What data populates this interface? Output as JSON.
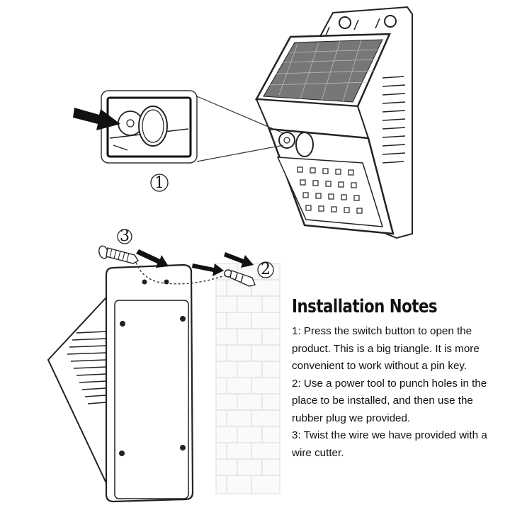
{
  "steps": {
    "step1": "1",
    "step2": "2",
    "step3": "3"
  },
  "notes": {
    "title": "Installation Notes",
    "items": [
      "1: Press the switch button to open the product. This is a big triangle. It is more convenient to work without a pin key.",
      "2: Use a power tool to punch holes in the place to be installed, and then use the rubber plug we provided.",
      "3: Twist the wire we have provided with a wire cutter."
    ]
  }
}
